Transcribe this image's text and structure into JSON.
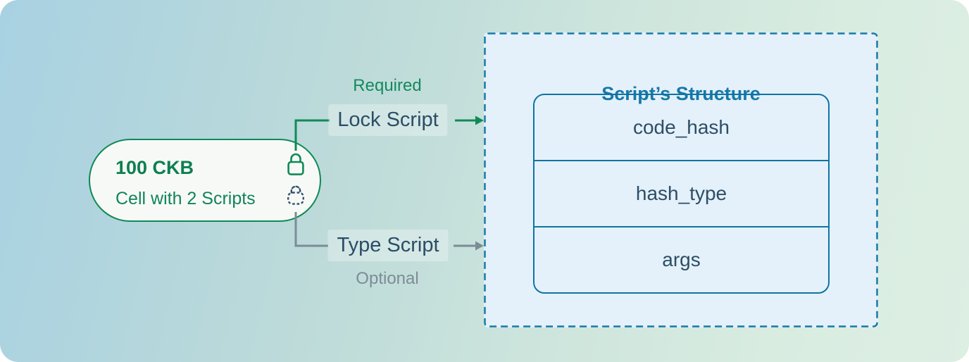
{
  "pill": {
    "amount": "100 CKB",
    "subtitle": "Cell with 2 Scripts"
  },
  "connectors": {
    "lock": {
      "label": "Lock Script",
      "badge": "Required"
    },
    "type": {
      "label": "Type Script",
      "badge": "Optional"
    }
  },
  "structure": {
    "title": "Script’s Structure",
    "fields": [
      "code_hash",
      "hash_type",
      "args"
    ]
  },
  "icons": {
    "lock_solid": "padlock-outline",
    "lock_dashed": "padlock-dashed-outline"
  },
  "colors": {
    "green": "#0f8a57",
    "green_text": "#0d8050",
    "navy": "#2b4d66",
    "navy_dashed_lock": "#34536d",
    "gray": "#7c8c96",
    "blue": "#1679a9",
    "structure_bg": "#e4f1fa",
    "pill_bg": "#f7f9f7",
    "bg_gradient_start": "#a8d1e2",
    "bg_gradient_end": "#ddeee3"
  }
}
